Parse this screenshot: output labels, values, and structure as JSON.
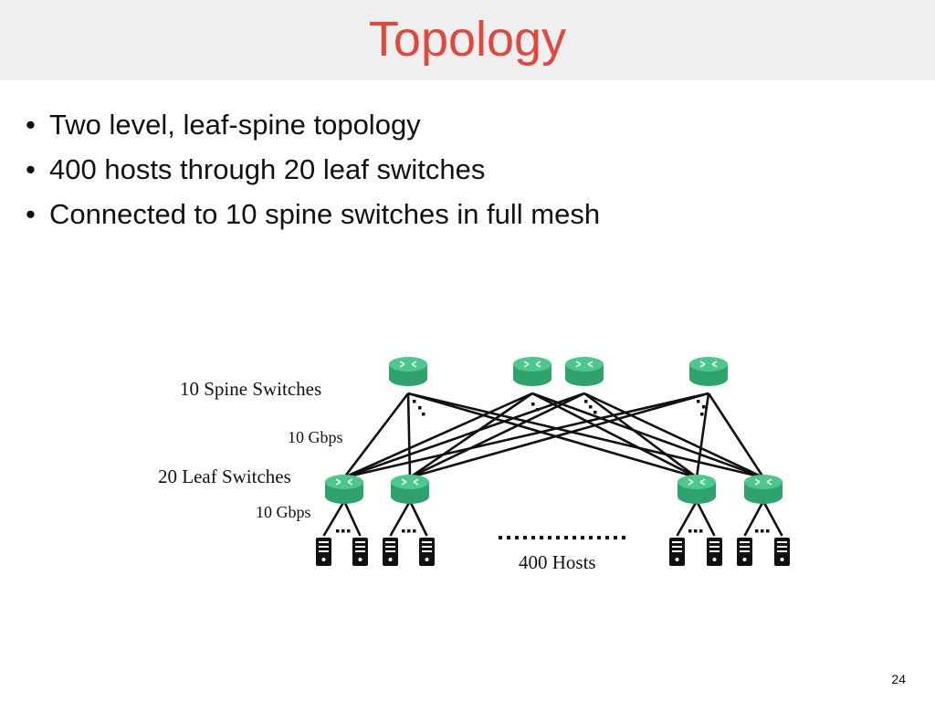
{
  "slide": {
    "title": "Topology",
    "bullets": [
      "Two level, leaf-spine topology",
      "400 hosts through 20 leaf switches",
      "Connected to 10 spine switches in full mesh"
    ],
    "page_number": "24"
  },
  "diagram": {
    "spine_label": "10 Spine Switches",
    "spine_link_label": "10 Gbps",
    "leaf_label": "20 Leaf Switches",
    "host_link_label": "10 Gbps",
    "hosts_label": "400 Hosts",
    "switch_color": "#2fa36b",
    "switch_top_color": "#4cc88a"
  }
}
